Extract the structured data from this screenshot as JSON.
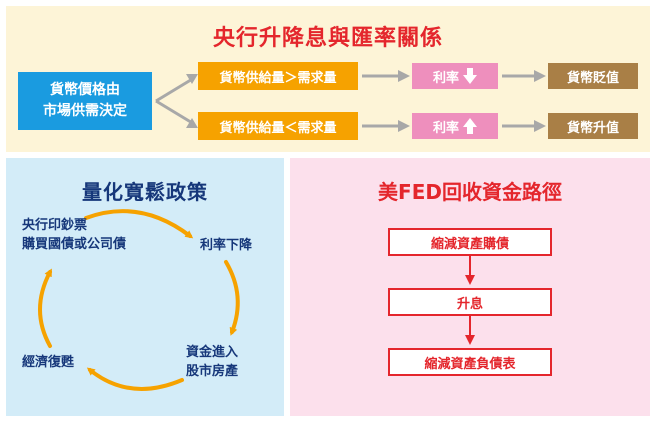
{
  "top_panel": {
    "title": "央行升降息與匯率關係",
    "source_line1": "貨幣價格由",
    "source_line2": "市場供需決定",
    "supply_more": "貨幣供給量＞需求量",
    "supply_less": "貨幣供給量＜需求量",
    "rate_down": "利率",
    "rate_up": "利率",
    "depreciate": "貨幣貶值",
    "appreciate": "貨幣升值"
  },
  "left_panel": {
    "title": "量化寬鬆政策",
    "node_print_line1": "央行印鈔票",
    "node_print_line2": "購買國債或公司債",
    "node_rate": "利率下降",
    "node_capital_line1": "資金進入",
    "node_capital_line2": "股市房產",
    "node_economy": "經濟復甦"
  },
  "right_panel": {
    "title": "美FED回收資金路徑",
    "steps": [
      "縮減資產購債",
      "升息",
      "縮減資產負債表"
    ]
  },
  "colors": {
    "red": "#e4262c",
    "navy": "#16377a",
    "blue": "#1a9be0",
    "orange": "#f6a200",
    "pink": "#ee8fbd",
    "brown": "#a97f46",
    "gray_arrow": "#a8a8a8"
  },
  "icons": {
    "rate_down": "arrow-down-icon",
    "rate_up": "arrow-up-icon"
  }
}
